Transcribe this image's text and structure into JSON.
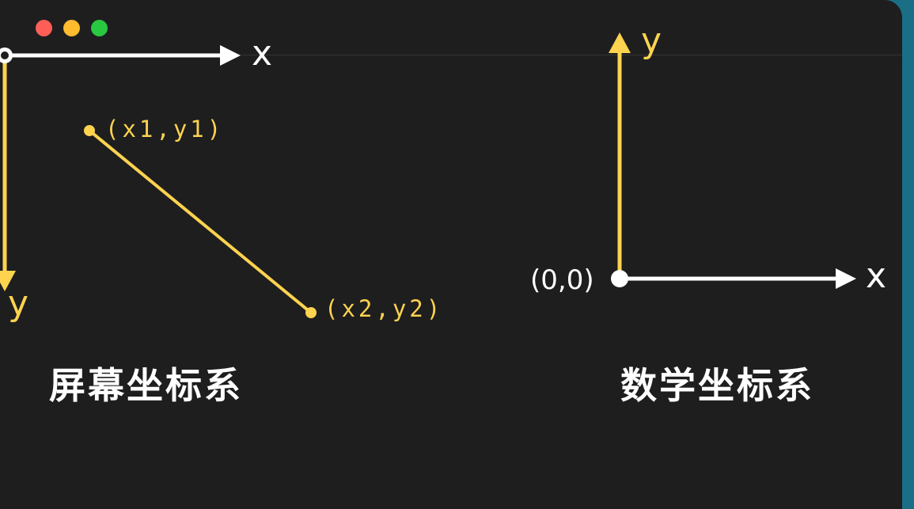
{
  "window": {
    "buttons": [
      {
        "name": "close",
        "color": "#ff5f57"
      },
      {
        "name": "minimize",
        "color": "#febc2e"
      },
      {
        "name": "maximize",
        "color": "#28c840"
      }
    ]
  },
  "colors": {
    "background": "#1e1e1f",
    "accent_yellow": "#fdd34f",
    "axis_white": "#ffffff"
  },
  "screen_coords": {
    "x_axis_label": "x",
    "y_axis_label": "y",
    "point1_label": "(x1,y1)",
    "point2_label": "(x2,y2)",
    "caption": "屏幕坐标系"
  },
  "math_coords": {
    "x_axis_label": "x",
    "y_axis_label": "y",
    "origin_label": "(0,0)",
    "caption": "数学坐标系"
  }
}
